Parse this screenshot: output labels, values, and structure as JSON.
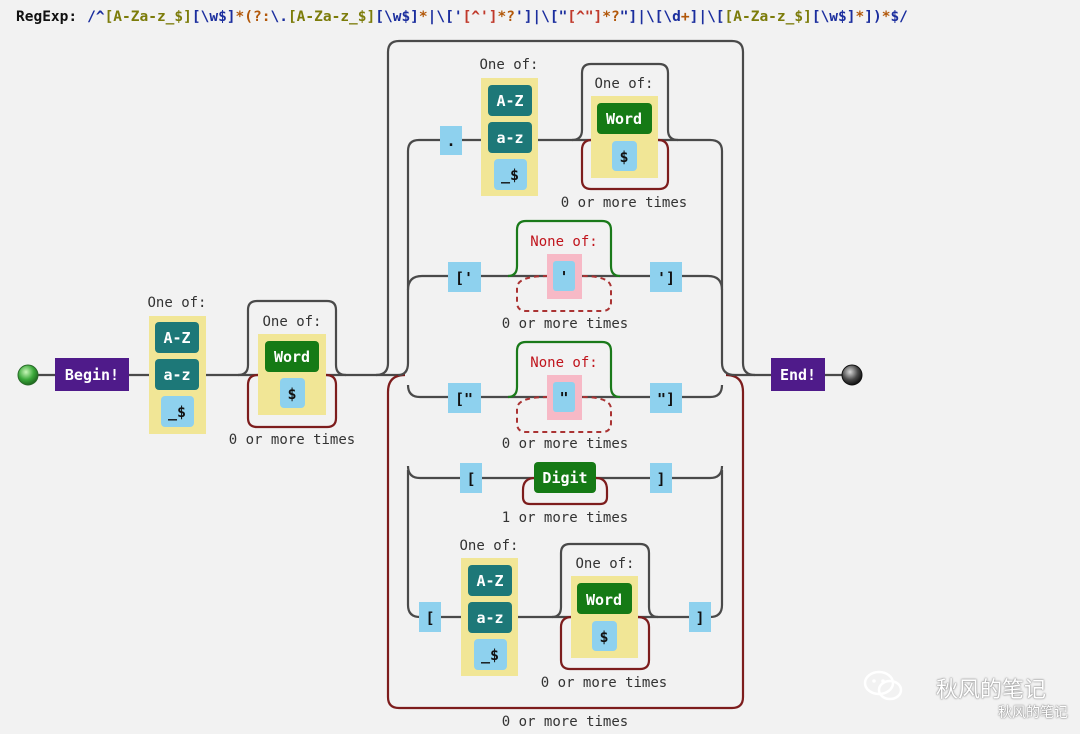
{
  "header": {
    "label": "RegExp:",
    "segments": [
      {
        "t": "/^",
        "k": "lit"
      },
      {
        "t": "[A-Za-z_$]",
        "k": "cls"
      },
      {
        "t": "[\\w$]",
        "k": "lit"
      },
      {
        "t": "*",
        "k": "q"
      },
      {
        "t": "(?:",
        "k": "q"
      },
      {
        "t": "\\.",
        "k": "lit"
      },
      {
        "t": "[A-Za-z_$]",
        "k": "cls"
      },
      {
        "t": "[\\w$]",
        "k": "lit"
      },
      {
        "t": "*",
        "k": "q"
      },
      {
        "t": "|\\['",
        "k": "lit"
      },
      {
        "t": "[^']",
        "k": "neg"
      },
      {
        "t": "*?",
        "k": "q"
      },
      {
        "t": "']|\\[\"",
        "k": "lit"
      },
      {
        "t": "[^\"]",
        "k": "neg"
      },
      {
        "t": "*?",
        "k": "q"
      },
      {
        "t": "\"]|\\[",
        "k": "lit"
      },
      {
        "t": "\\d",
        "k": "lit"
      },
      {
        "t": "+",
        "k": "q"
      },
      {
        "t": "]|\\[",
        "k": "lit"
      },
      {
        "t": "[A-Za-z_$]",
        "k": "cls"
      },
      {
        "t": "[\\w$]",
        "k": "lit"
      },
      {
        "t": "*",
        "k": "q"
      },
      {
        "t": "])",
        "k": "lit"
      },
      {
        "t": "*",
        "k": "q"
      },
      {
        "t": "$/",
        "k": "lit"
      }
    ]
  },
  "labels": {
    "begin": "Begin!",
    "end": "End!",
    "one_of": "One of:",
    "none_of": "None of:",
    "zero_more": "0 or more times",
    "one_more": "1 or more times",
    "az_upper": "A-Z",
    "az_lower": "a-z",
    "underscore_dollar": "_$",
    "word": "Word",
    "dollar": "$",
    "digit": "Digit",
    "dot": ".",
    "open_sq": "['",
    "close_sq": "']",
    "squote": "'",
    "open_dq": "[\"",
    "close_dq": "\"]",
    "dquote": "\"",
    "open_br": "[",
    "close_br": "]"
  },
  "watermark": {
    "main": "秋风的笔记",
    "sub": "秋风的笔记"
  },
  "colors": {
    "teal": "#1d7878",
    "green": "#157a15",
    "purple": "#4f1b8a",
    "literal": "#8ed1ee",
    "charset": "#f1e696",
    "negset": "#f7b9c6",
    "loop": "#7d1d1d"
  }
}
